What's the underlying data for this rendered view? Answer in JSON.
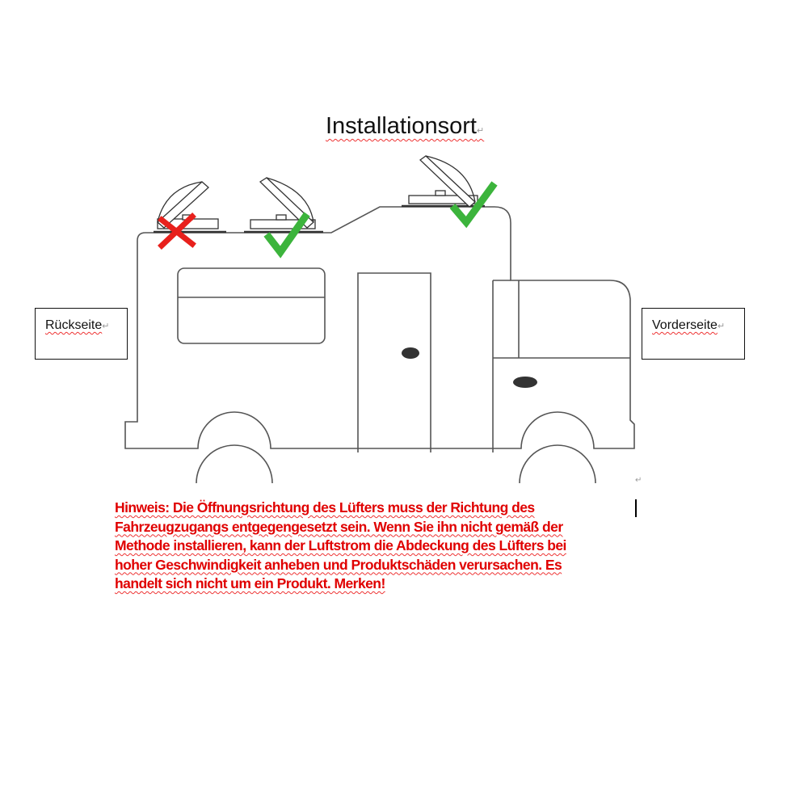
{
  "title": "Installationsort",
  "labels": {
    "rear": "Rückseite",
    "front": "Vorderseite"
  },
  "note_lines": [
    "Hinweis: Die Öffnungsrichtung des Lüfters muss der Richtung des",
    "Fahrzeugzugangs entgegengesetzt sein. Wenn Sie ihn nicht gemäß der",
    "Methode installieren, kann der Luftstrom die Abdeckung des Lüfters bei",
    "hoher Geschwindigkeit anheben und Produktschäden verursachen. Es",
    "handelt sich nicht um ein Produkt. Merken!"
  ],
  "paragraph_mark": "↵",
  "colors": {
    "wrong": "#e8201c",
    "correct": "#3cb43c",
    "note": "#e00000"
  }
}
